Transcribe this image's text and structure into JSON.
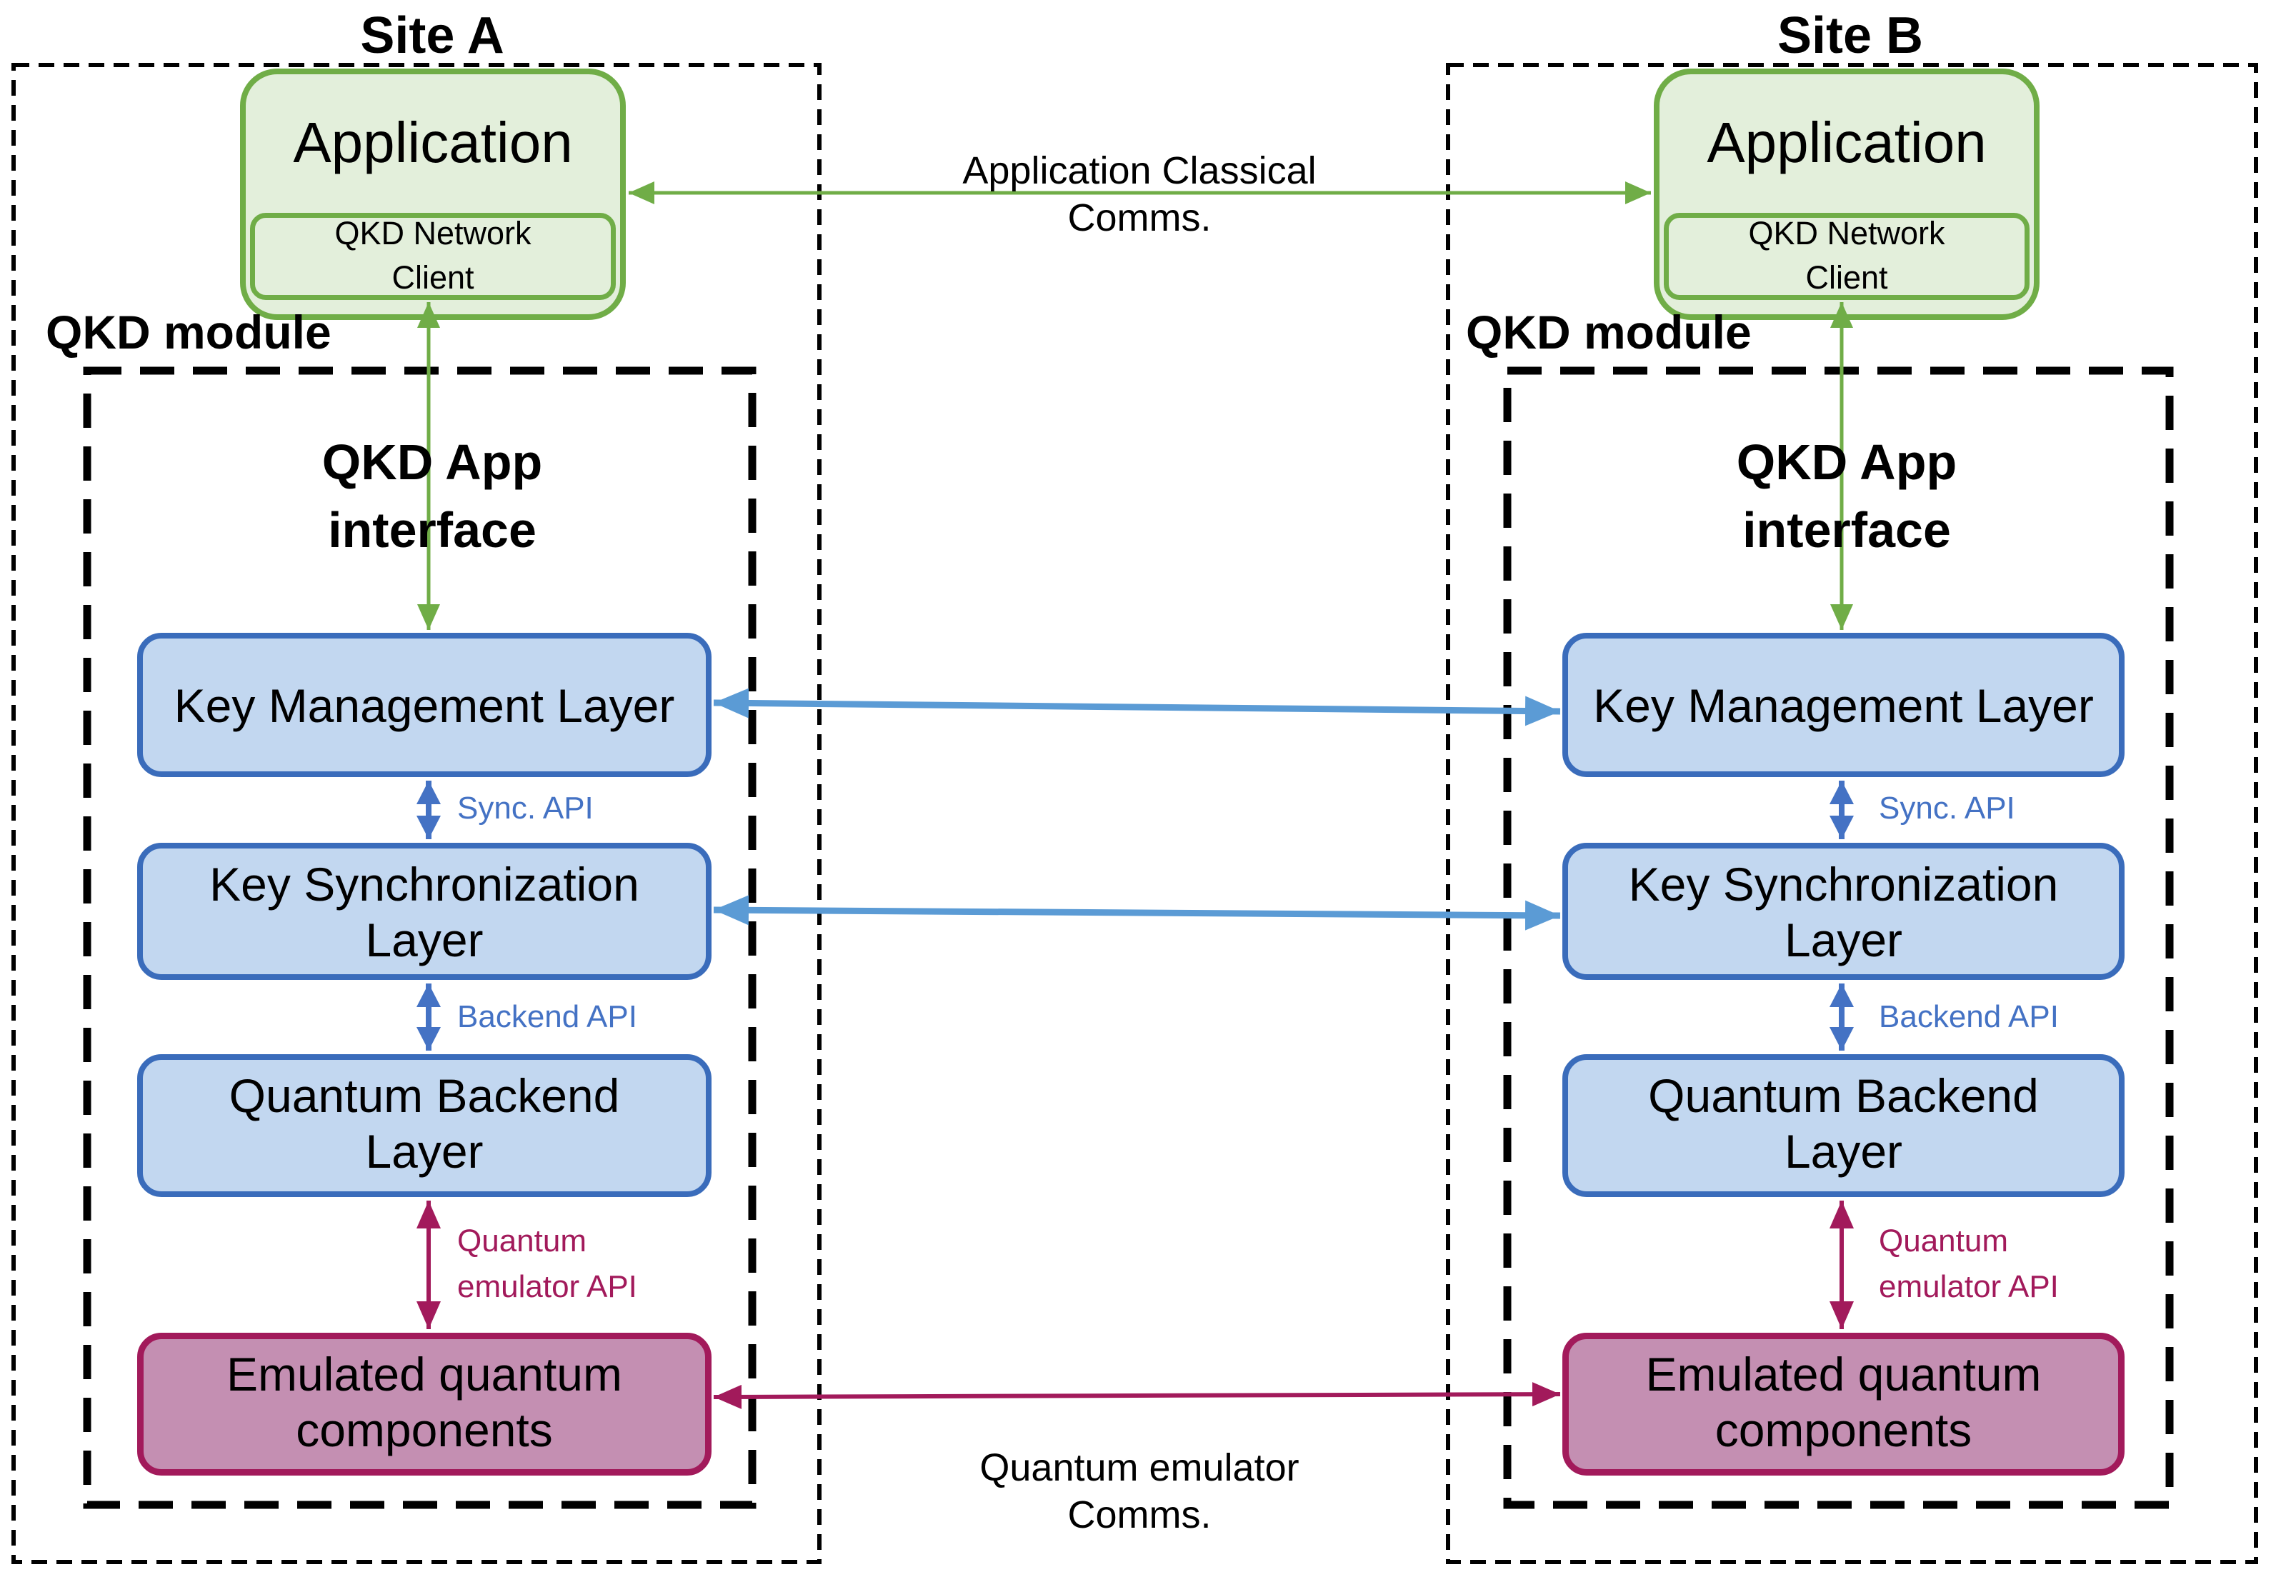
{
  "diagram_title": "QKD two-site architecture",
  "sites": {
    "a": {
      "title": "Site A",
      "application_label": "Application",
      "client_line1": "QKD Network",
      "client_line2": "Client",
      "module_label": "QKD module",
      "interface_line1": "QKD App",
      "interface_line2": "interface",
      "key_management_label": "Key Management Layer",
      "sync_api_label": "Sync. API",
      "key_sync_line1": "Key Synchronization",
      "key_sync_line2": "Layer",
      "backend_api_label": "Backend  API",
      "quantum_backend_line1": "Quantum Backend",
      "quantum_backend_line2": "Layer",
      "emulator_api_line1": "Quantum",
      "emulator_api_line2": "emulator API",
      "emulated_line1": "Emulated quantum",
      "emulated_line2": "components"
    },
    "b": {
      "title": "Site B",
      "application_label": "Application",
      "client_line1": "QKD Network",
      "client_line2": "Client",
      "module_label": "QKD module",
      "interface_line1": "QKD App",
      "interface_line2": "interface",
      "key_management_label": "Key Management Layer",
      "sync_api_label": "Sync. API",
      "key_sync_line1": "Key Synchronization",
      "key_sync_line2": "Layer",
      "backend_api_label": "Backend API",
      "quantum_backend_line1": "Quantum Backend",
      "quantum_backend_line2": "Layer",
      "emulator_api_line1": "Quantum",
      "emulator_api_line2": "emulator API",
      "emulated_line1": "Emulated quantum",
      "emulated_line2": "components"
    }
  },
  "connections": {
    "app_comms_line1": "Application Classical",
    "app_comms_line2": "Comms.",
    "quantum_comms_line1": "Quantum emulator",
    "quantum_comms_line2": "Comms."
  },
  "colors": {
    "green_border": "#70AD47",
    "green_fill": "#E3EFDB",
    "blue_border": "#3A6CBB",
    "blue_fill": "#C2D7F0",
    "blue_arrow_small": "#4472C4",
    "blue_arrow_cross": "#5B9BD5",
    "blue_api_label": "#4472C4",
    "magenta": "#A21A5B",
    "magenta_fill": "#C48FB2",
    "dashed_border": "#000000",
    "text": "#000000",
    "background": "#FFFFFF"
  }
}
